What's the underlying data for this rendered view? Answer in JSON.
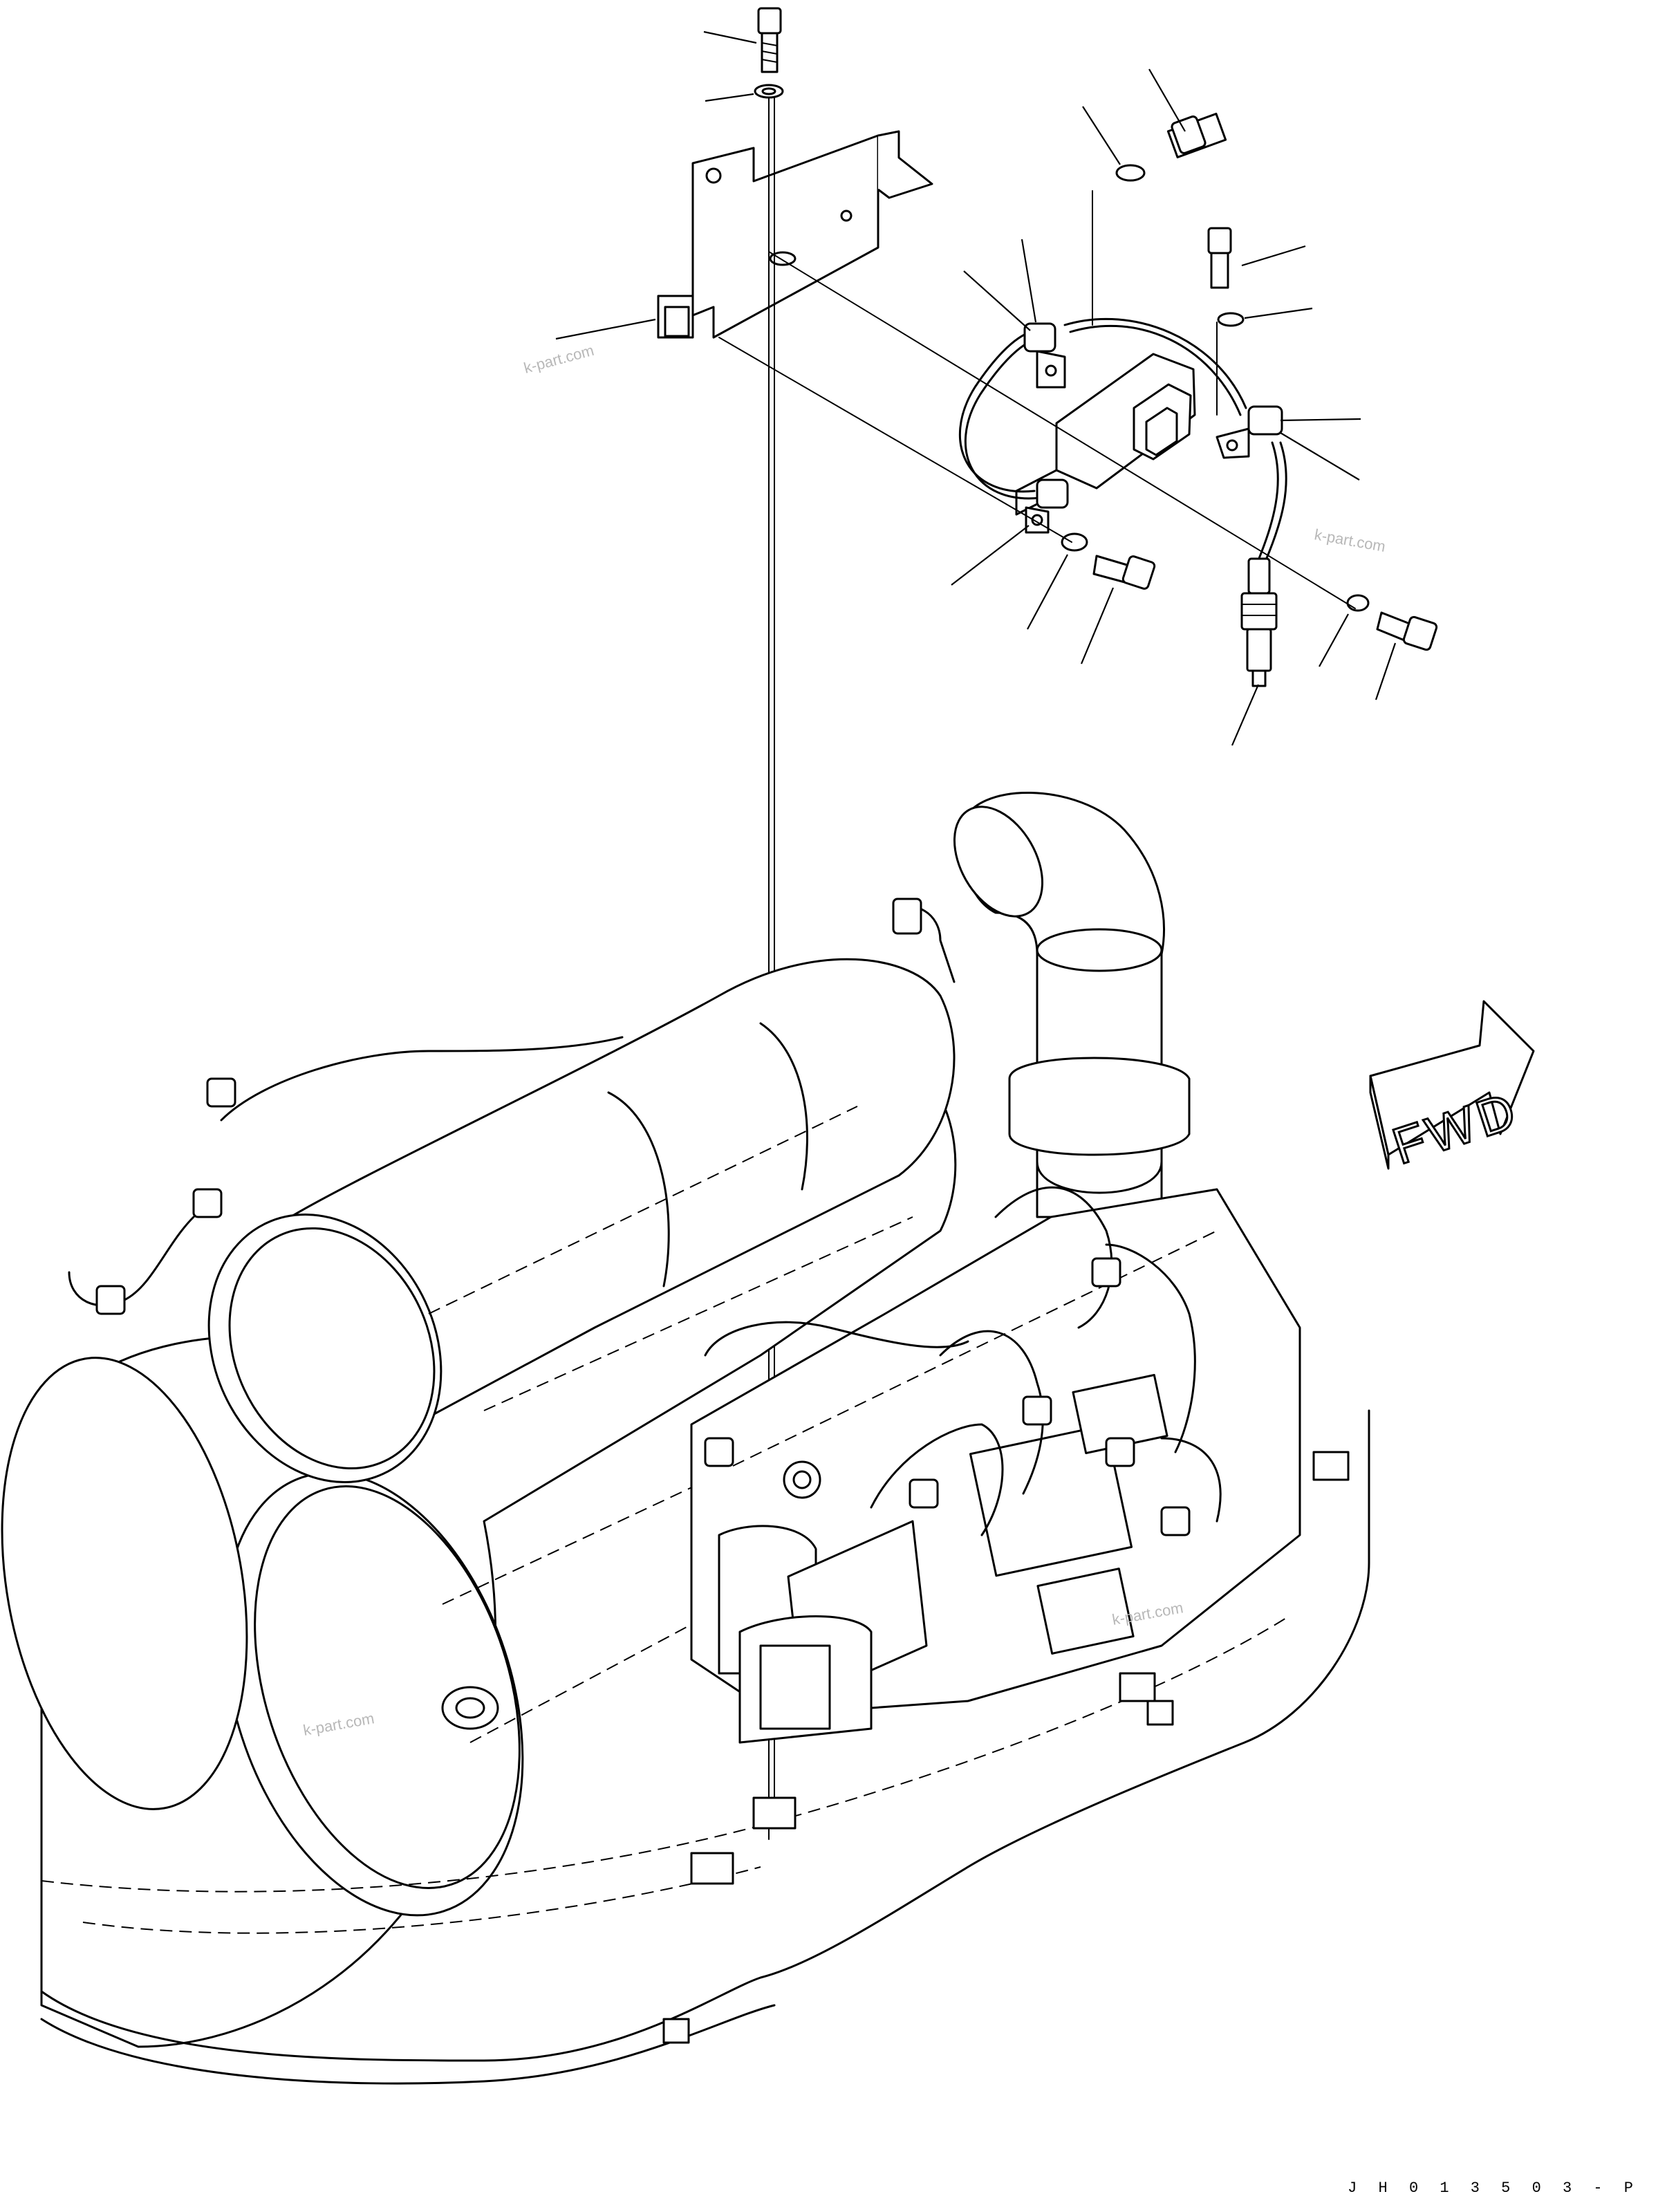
{
  "direction_label": "FWD",
  "drawing_code": "J H 0 1 3 5 0 3 - P",
  "watermarks": [
    "k-part.com",
    "k-part.com",
    "k-part.com",
    "k-part.com"
  ],
  "icons": [
    "fwd-arrow-icon"
  ],
  "colors": {
    "line": "#000000",
    "background": "#ffffff",
    "watermark": "#b8b8b8"
  }
}
